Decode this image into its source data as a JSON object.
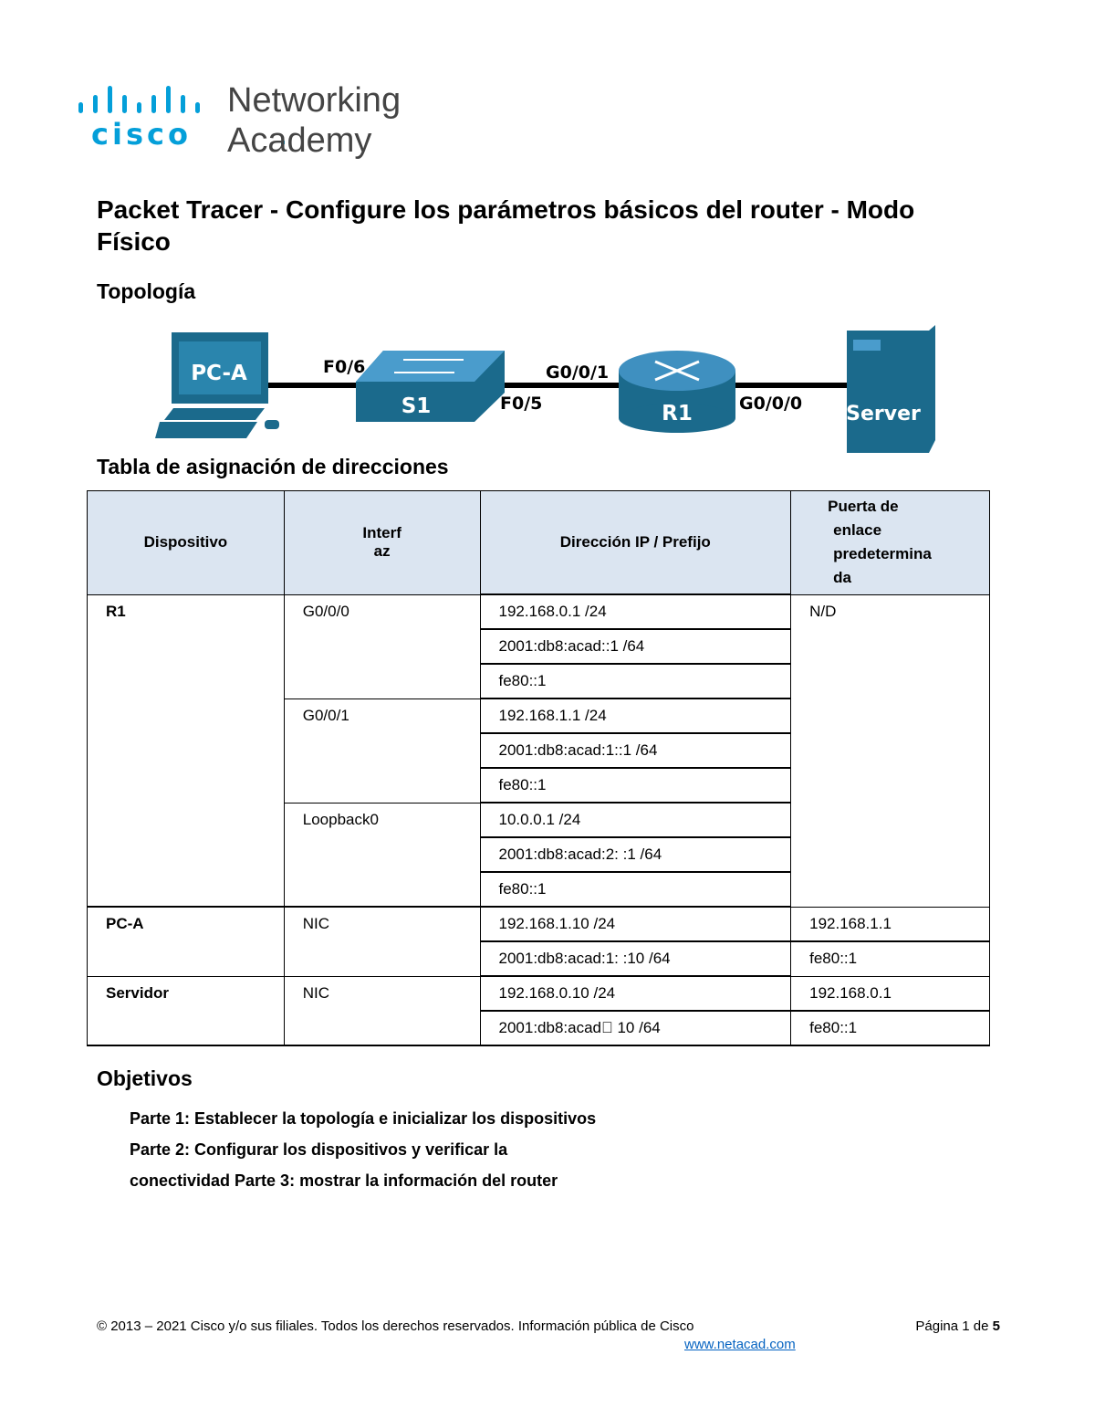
{
  "logo": {
    "brand": "cisco",
    "product_line1": "Networking",
    "product_line2": "Academy",
    "brand_color": "#049fd9"
  },
  "title": "Packet Tracer - Configure los parámetros básicos del router - Modo Físico",
  "sections": {
    "topology": "Topología",
    "address_table": "Tabla de asignación de direcciones",
    "objectives": "Objetivos"
  },
  "topology": {
    "devices": [
      "PC-A",
      "S1",
      "R1",
      "Server"
    ],
    "links": [
      "F0/6",
      "F0/5",
      "G0/0/1",
      "G0/0/0"
    ],
    "device_color": "#1b6a8c"
  },
  "table": {
    "headers": {
      "device": "Dispositivo",
      "interface_l1": "Interf",
      "interface_l2": "az",
      "ip": "Dirección IP / Prefijo",
      "gw_l1": "Puerta de",
      "gw_l2": "enlace",
      "gw_l3": "predetermina",
      "gw_l4": "da"
    },
    "r1": {
      "device": "R1",
      "gw": "N/D",
      "g000": {
        "iface": "G0/0/0",
        "ips": [
          "192.168.0.1 /24",
          "2001:db8:acad::1 /64",
          "fe80::1"
        ]
      },
      "g001": {
        "iface": "G0/0/1",
        "ips": [
          "192.168.1.1 /24",
          "2001:db8:acad:1::1 /64",
          "fe80::1"
        ]
      },
      "lo0": {
        "iface": "Loopback0",
        "ips": [
          "10.0.0.1 /24",
          "2001:db8:acad:2: :1 /64",
          "fe80::1"
        ]
      }
    },
    "pca": {
      "device": "PC-A",
      "iface": "NIC",
      "ips": [
        "192.168.1.10 /24",
        "2001:db8:acad:1: :10 /64"
      ],
      "gws": [
        "192.168.1.1",
        "fe80::1"
      ]
    },
    "server": {
      "device": "Servidor",
      "iface": "NIC",
      "ips": [
        "192.168.0.10 /24",
        "2001:db8:acad 10 /64"
      ],
      "gws": [
        "192.168.0.1",
        "fe80::1"
      ]
    }
  },
  "objectives": {
    "line1": "Parte 1: Establecer la topología e inicializar los dispositivos",
    "line2": "Parte 2: Configurar los dispositivos y verificar la",
    "line3": "conectividad Parte 3: mostrar la información del router"
  },
  "footer": {
    "copyright": "© 2013 – 2021 Cisco y/o sus filiales. Todos los derechos reservados. Información pública de Cisco",
    "page_prefix": "Página",
    "page_current": "1",
    "page_of": "de",
    "page_total": "5",
    "link": "www.netacad.com"
  }
}
